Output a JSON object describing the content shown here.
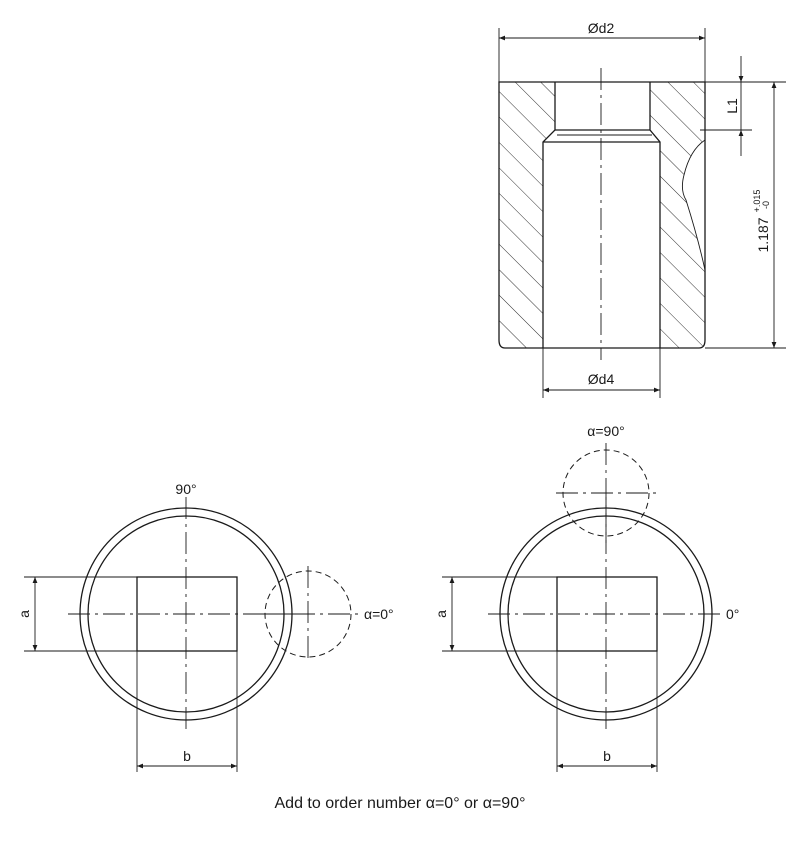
{
  "labels": {
    "outer_diameter": "Ød2",
    "bore_diameter": "Ød4",
    "length_l1": "L1",
    "total_length_nominal": "1.187",
    "total_length_tol_plus": "+.015",
    "total_length_tol_minus": "-0",
    "angle_90_left": "90°",
    "alpha_0": "α=0°",
    "alpha_90": "α=90°",
    "angle_0_right": "0°",
    "dim_a_left": "a",
    "dim_b_left": "b",
    "dim_a_right": "a",
    "dim_b_right": "b"
  },
  "note": "Add to order number α=0° or α=90°"
}
